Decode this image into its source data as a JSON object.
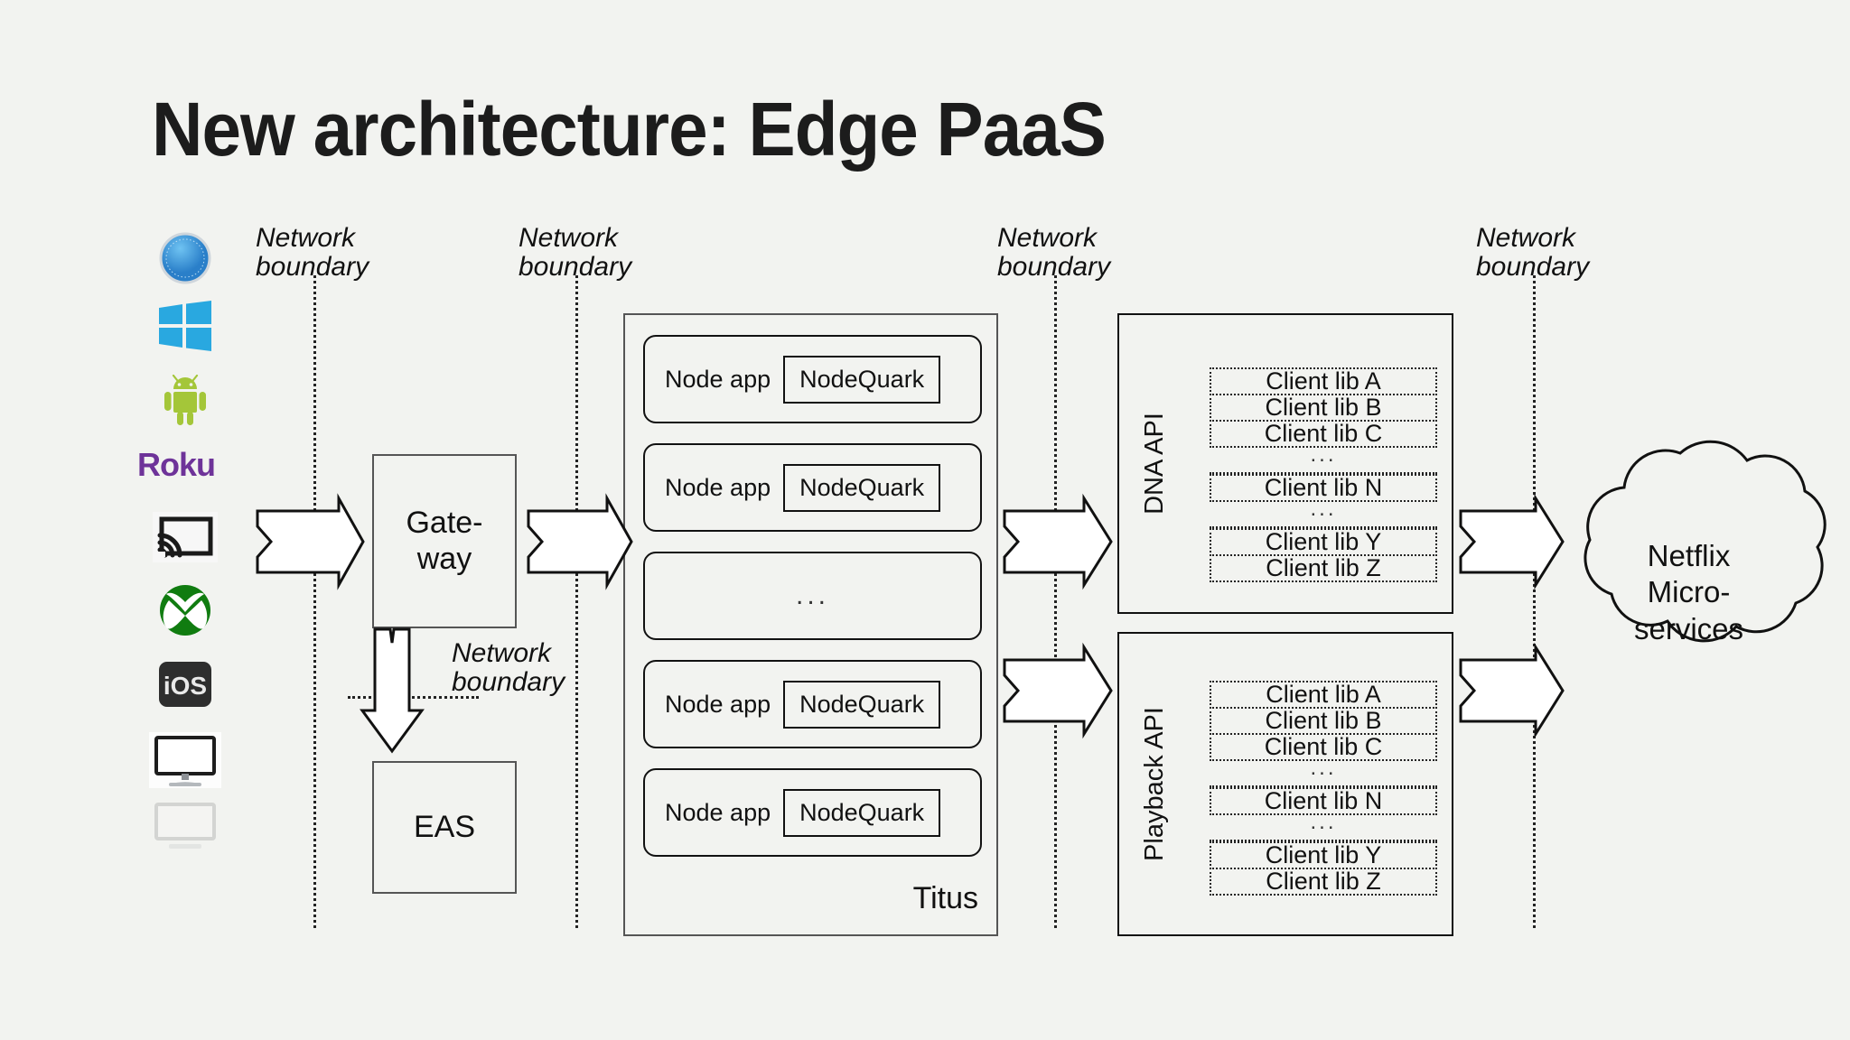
{
  "title": "New architecture: Edge PaaS",
  "background_color": "#f2f3f0",
  "boundaries": [
    {
      "name": "boundary-1",
      "line1": "Network",
      "line2": "boundary"
    },
    {
      "name": "boundary-2",
      "line1": "Network",
      "line2": "boundary"
    },
    {
      "name": "boundary-3",
      "line1": "Network",
      "line2": "boundary"
    },
    {
      "name": "boundary-4",
      "line1": "Network",
      "line2": "boundary"
    },
    {
      "name": "boundary-gateway-eas",
      "line1": "Network",
      "line2": "boundary"
    }
  ],
  "devices": [
    {
      "name": "safari-icon",
      "label": "Safari"
    },
    {
      "name": "windows-icon",
      "label": "Windows"
    },
    {
      "name": "android-icon",
      "label": "Android"
    },
    {
      "name": "roku-icon",
      "label": "Roku",
      "color": "#6E3399"
    },
    {
      "name": "chromecast-icon",
      "label": "Chromecast"
    },
    {
      "name": "xbox-icon",
      "label": "Xbox",
      "color": "#107C10"
    },
    {
      "name": "ios-icon",
      "label": "iOS"
    },
    {
      "name": "tv-icon",
      "label": "TV"
    },
    {
      "name": "tv-faded-icon",
      "label": "TV"
    }
  ],
  "gateway": {
    "line1": "Gate-",
    "line2": "way"
  },
  "eas": {
    "label": "EAS"
  },
  "titus": {
    "label": "Titus",
    "rows": [
      {
        "app": "Node app",
        "runtime": "NodeQuark"
      },
      {
        "app": "Node app",
        "runtime": "NodeQuark"
      },
      {
        "ellipsis": "..."
      },
      {
        "app": "Node app",
        "runtime": "NodeQuark"
      },
      {
        "app": "Node app",
        "runtime": "NodeQuark"
      }
    ]
  },
  "apis": [
    {
      "name": "dna-api",
      "title": "DNA API",
      "libs": [
        "Client lib A",
        "Client lib B",
        "Client lib C"
      ],
      "gap1": "...",
      "libs_mid": [
        "Client lib N"
      ],
      "gap2": "...",
      "libs_end": [
        "Client lib Y",
        "Client lib Z"
      ]
    },
    {
      "name": "playback-api",
      "title": "Playback API",
      "libs": [
        "Client lib A",
        "Client lib B",
        "Client lib C"
      ],
      "gap1": "...",
      "libs_mid": [
        "Client lib N"
      ],
      "gap2": "...",
      "libs_end": [
        "Client lib Y",
        "Client lib Z"
      ]
    }
  ],
  "cloud": {
    "line1": "Netflix",
    "line2": "Micro-",
    "line3": "services"
  }
}
